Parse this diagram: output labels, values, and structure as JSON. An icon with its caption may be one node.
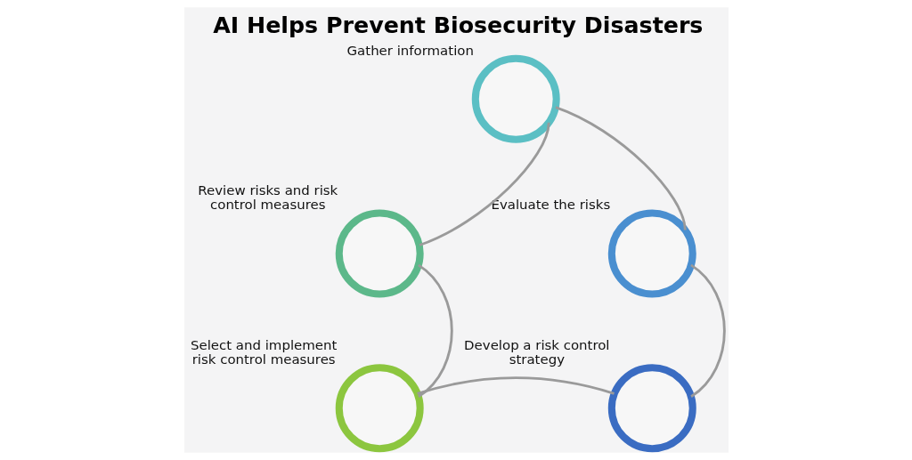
{
  "diagram": {
    "title": "AI Helps Prevent Biosecurity Disasters",
    "nodes": [
      {
        "text": [],
        "shape": "circle",
        "beside": [
          "Gather information"
        ]
      },
      {
        "text": [],
        "shape": "circle",
        "beside": [
          "Evaluate the risks"
        ]
      },
      {
        "text": [],
        "shape": "circle",
        "beside": [
          "Develop a risk control strategy"
        ]
      },
      {
        "text": [],
        "shape": "circle",
        "beside": [
          "Select and implement risk control measures"
        ]
      },
      {
        "text": [],
        "shape": "circle",
        "beside": [
          "Review risks and risk control measures"
        ]
      }
    ],
    "edges": [
      {
        "from": 0,
        "to": 1,
        "arrow": "none"
      },
      {
        "from": 1,
        "to": 2,
        "arrow": "none"
      },
      {
        "from": 2,
        "to": 3,
        "arrow": "none"
      },
      {
        "from": 3,
        "to": 4,
        "arrow": "none"
      },
      {
        "from": 4,
        "to": 0,
        "arrow": "none"
      }
    ]
  }
}
